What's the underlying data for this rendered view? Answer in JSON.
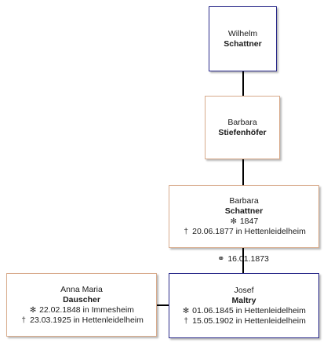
{
  "tree": {
    "people": [
      {
        "key": "wilhelm",
        "given": "Wilhelm",
        "surname": "Schattner",
        "sex": "male"
      },
      {
        "key": "barbara_stiefenhoefer",
        "given": "Barbara",
        "surname": "Stiefenhöfer",
        "sex": "female"
      },
      {
        "key": "barbara_schattner",
        "given": "Barbara",
        "surname": "Schattner",
        "sex": "female",
        "birth": "1847",
        "death": "20.06.1877 in Hettenleidelheim"
      },
      {
        "key": "anna_maria",
        "given": "Anna Maria",
        "surname": "Dauscher",
        "sex": "female",
        "birth": "22.02.1848 in Immesheim",
        "death": "23.03.1925 in Hettenleidelheim"
      },
      {
        "key": "josef",
        "given": "Josef",
        "surname": "Maltry",
        "sex": "male",
        "birth": "01.06.1845 in Hettenleidelheim",
        "death": "15.05.1902 in Hettenleidelheim"
      }
    ],
    "marriage": {
      "date": "16.01.1873",
      "symbol": "⚭"
    },
    "symbols": {
      "birth": "✻",
      "death": "†"
    },
    "colors": {
      "male_border": "#2a2a8a",
      "female_border": "#d8ab8c",
      "connector": "#000000"
    }
  }
}
